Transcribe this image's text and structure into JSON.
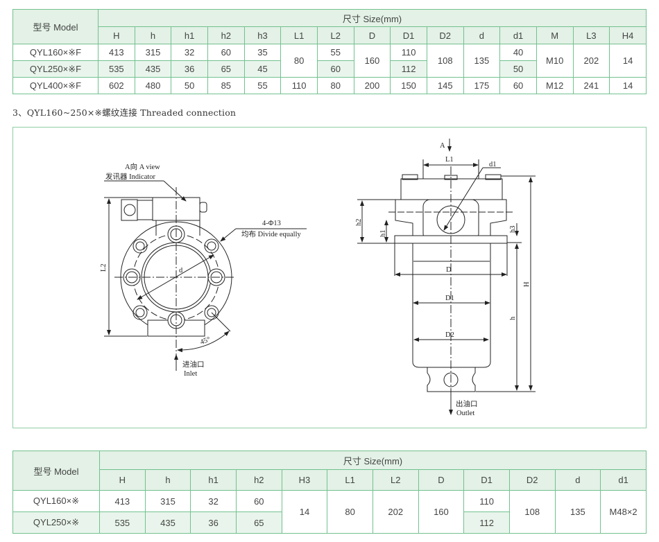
{
  "table1": {
    "model_header": "型号 Model",
    "size_header": "尺寸 Size(mm)",
    "columns": [
      "H",
      "h",
      "h1",
      "h2",
      "h3",
      "L1",
      "L2",
      "D",
      "D1",
      "D2",
      "d",
      "d1",
      "M",
      "L3",
      "H4"
    ],
    "rows": [
      [
        {
          "v": "QYL160×※F"
        },
        {
          "v": "413"
        },
        {
          "v": "315"
        },
        {
          "v": "32"
        },
        {
          "v": "60"
        },
        {
          "v": "35"
        },
        {
          "v": "80",
          "rowspan": 2
        },
        {
          "v": "55"
        },
        {
          "v": "160",
          "rowspan": 2
        },
        {
          "v": "110"
        },
        {
          "v": "108",
          "rowspan": 2
        },
        {
          "v": "135",
          "rowspan": 2
        },
        {
          "v": "40"
        },
        {
          "v": "M10",
          "rowspan": 2
        },
        {
          "v": "202",
          "rowspan": 2
        },
        {
          "v": "14",
          "rowspan": 2
        }
      ],
      [
        {
          "v": "QYL250×※F",
          "shaded": true
        },
        {
          "v": "535",
          "shaded": true
        },
        {
          "v": "435",
          "shaded": true
        },
        {
          "v": "36",
          "shaded": true
        },
        {
          "v": "65",
          "shaded": true
        },
        {
          "v": "45",
          "shaded": true
        },
        {
          "v": "60",
          "shaded": true
        },
        {
          "v": "112",
          "shaded": true
        },
        {
          "v": "50",
          "shaded": true
        }
      ],
      [
        {
          "v": "QYL400×※F"
        },
        {
          "v": "602"
        },
        {
          "v": "480"
        },
        {
          "v": "50"
        },
        {
          "v": "85"
        },
        {
          "v": "55"
        },
        {
          "v": "110"
        },
        {
          "v": "80"
        },
        {
          "v": "200"
        },
        {
          "v": "150"
        },
        {
          "v": "145"
        },
        {
          "v": "175"
        },
        {
          "v": "60"
        },
        {
          "v": "M12"
        },
        {
          "v": "241"
        },
        {
          "v": "14"
        }
      ]
    ]
  },
  "caption": "3、QYL160~250×※螺纹连接 Threaded connection",
  "diagram": {
    "a_view": "A向 A view",
    "indicator": "发讯器 Indicator",
    "holes": "4-Φ13",
    "divide": "均布 Divide equally",
    "L2": "L2",
    "d": "d",
    "angle": "45°",
    "inlet_cn": "进油口",
    "inlet_en": "Inlet",
    "A": "A",
    "L1": "L1",
    "d1": "d1",
    "h2": "h2",
    "h1": "h1",
    "h3": "h3",
    "D": "D",
    "D1": "D1",
    "D2": "D2",
    "H": "H",
    "h": "h",
    "outlet_cn": "出油口",
    "outlet_en": "Outlet"
  },
  "table2": {
    "model_header": "型号 Model",
    "size_header": "尺寸 Size(mm)",
    "columns": [
      "H",
      "h",
      "h1",
      "h2",
      "H3",
      "L1",
      "L2",
      "D",
      "D1",
      "D2",
      "d",
      "d1"
    ],
    "rows": [
      [
        {
          "v": "QYL160×※"
        },
        {
          "v": "413"
        },
        {
          "v": "315"
        },
        {
          "v": "32"
        },
        {
          "v": "60"
        },
        {
          "v": "14",
          "rowspan": 2
        },
        {
          "v": "80",
          "rowspan": 2
        },
        {
          "v": "202",
          "rowspan": 2
        },
        {
          "v": "160",
          "rowspan": 2
        },
        {
          "v": "110"
        },
        {
          "v": "108",
          "rowspan": 2
        },
        {
          "v": "135",
          "rowspan": 2
        },
        {
          "v": "M48×2",
          "rowspan": 2
        }
      ],
      [
        {
          "v": "QYL250×※",
          "shaded": true
        },
        {
          "v": "535",
          "shaded": true
        },
        {
          "v": "435",
          "shaded": true
        },
        {
          "v": "36",
          "shaded": true
        },
        {
          "v": "65",
          "shaded": true
        },
        {
          "v": "112",
          "shaded": true
        }
      ]
    ]
  }
}
